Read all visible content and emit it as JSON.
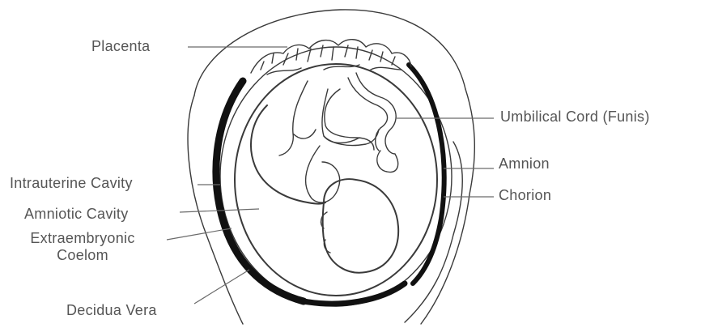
{
  "labels": {
    "placenta": "Placenta",
    "umbilical_cord": "Umbilical Cord (Funis)",
    "amnion": "Amnion",
    "chorion": "Chorion",
    "intrauterine_cavity": "Intrauterine Cavity",
    "amniotic_cavity": "Amniotic Cavity",
    "extraembryonic_line1": "Extraembryonic",
    "extraembryonic_line2": "Coelom",
    "decidua_vera": "Decidua Vera"
  },
  "colors": {
    "line": "#3a3a3a",
    "label": "#555555",
    "decidua_band": "#111111"
  }
}
